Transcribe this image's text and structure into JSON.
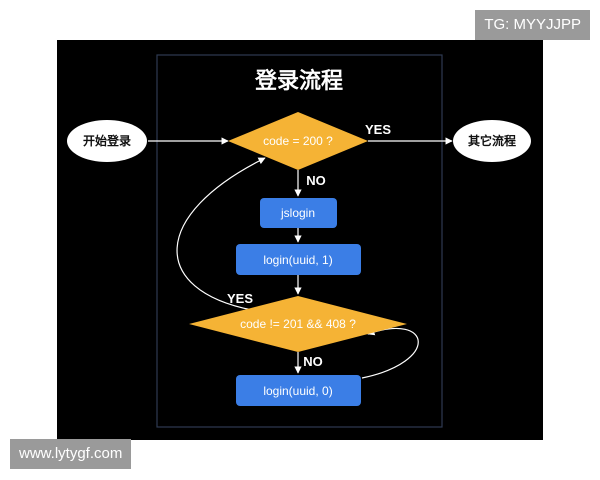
{
  "watermarks": {
    "top": "TG: MYYJJPP",
    "bottom": "www.lytygf.com"
  },
  "diagram": {
    "title": "登录流程",
    "nodes": {
      "start": "开始登录",
      "other": "其它流程",
      "check_200": "code = 200 ?",
      "jslogin": "jslogin",
      "login_1": "login(uuid, 1)",
      "check_201_408": "code != 201 && 408 ?",
      "login_0": "login(uuid, 0)"
    },
    "edge_labels": {
      "yes_top": "YES",
      "no_top": "NO",
      "yes_mid": "YES",
      "no_bottom": "NO"
    }
  },
  "colors": {
    "canvas": "#000000",
    "frame": "#2e3a52",
    "decision": "#f5b335",
    "process": "#3b7ee6",
    "terminal": "#ffffff",
    "arrow": "#ffffff"
  }
}
